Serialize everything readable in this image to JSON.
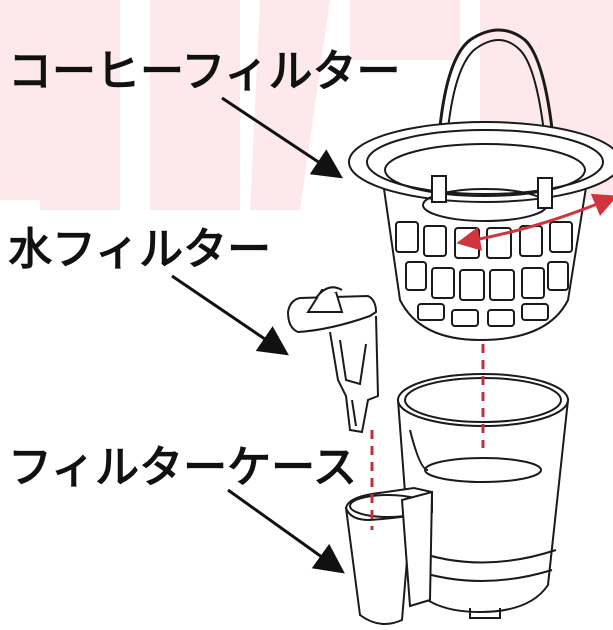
{
  "labels": {
    "coffee_filter": "コーヒーフィルター",
    "water_filter": "水フィルター",
    "filter_case": "フィルターケース"
  },
  "colors": {
    "watermark": "#fde9ec",
    "rotation_arrow": "#d1343d",
    "dashed_guide": "#c1303a",
    "outline": "#1a1a1a",
    "text": "#111111"
  }
}
